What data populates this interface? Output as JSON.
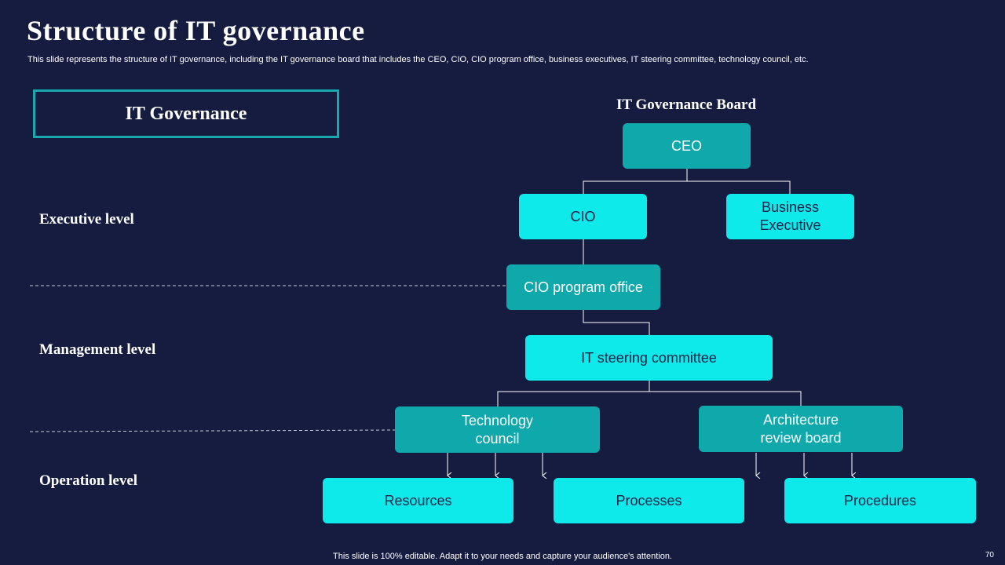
{
  "header": {
    "title": "Structure of IT governance",
    "subtitle": "This slide represents the structure of IT governance, including the IT governance board that includes the CEO, CIO, CIO program office, business executives, IT steering committee, technology council, etc."
  },
  "governance_label": "IT Governance",
  "board_title": "IT Governance Board",
  "levels": {
    "executive": "Executive level",
    "management": "Management level",
    "operation": "Operation level"
  },
  "nodes": {
    "ceo": "CEO",
    "cio": "CIO",
    "business_executive": "Business\nExecutive",
    "cio_program_office": "CIO program office",
    "it_steering_committee": "IT steering committee",
    "technology_council": "Technology\ncouncil",
    "architecture_review_board": "Architecture\nreview board",
    "resources": "Resources",
    "processes": "Processes",
    "procedures": "Procedures"
  },
  "footer": {
    "note": "This slide is 100% editable. Adapt it to your needs and capture your audience's attention.",
    "page_number": "70"
  },
  "colors": {
    "background": "#161c40",
    "node_dark": "#0fa8ab",
    "node_bright": "#0ee9ea",
    "border": "#17a9ad"
  }
}
